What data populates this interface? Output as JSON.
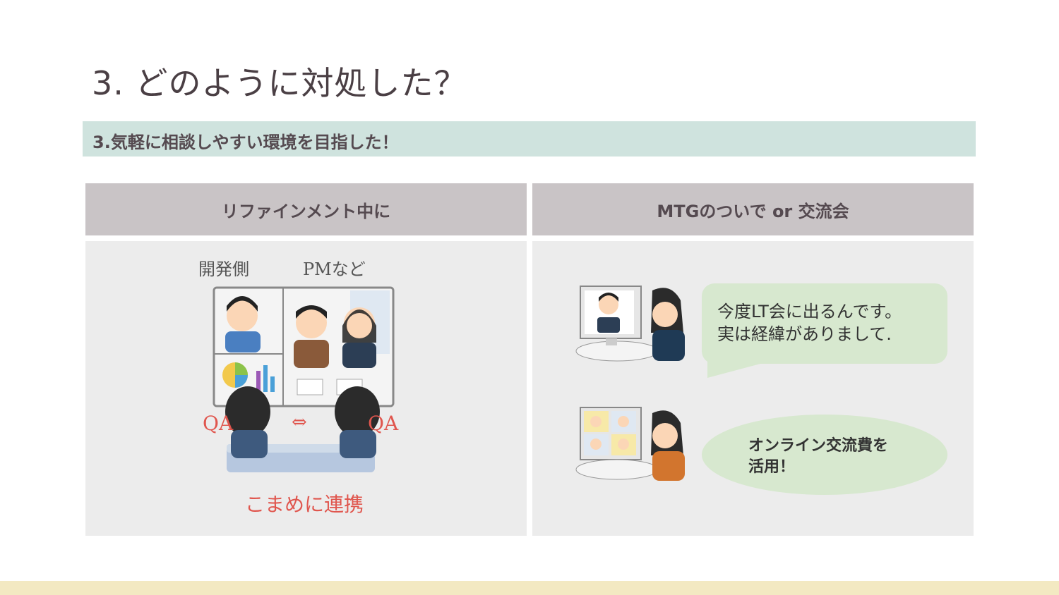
{
  "title": "3. どのように対処した？",
  "subtitle": "3.気軽に相談しやすい環境を目指した！",
  "columns": [
    {
      "header": "リファインメント中に",
      "labels": {
        "dev": "開発側",
        "pm": "PMなど",
        "qa_left": "QA",
        "arrow": "⇔",
        "qa_right": "QA",
        "caption": "こまめに連携"
      }
    },
    {
      "header": "MTGのついで or 交流会",
      "bubble1": {
        "line1": "今度LT会に出るんです。",
        "line2": "実は経緯がありまして."
      },
      "bubble2": {
        "line1": "オンライン交流費を",
        "line2": "活用！"
      }
    }
  ],
  "colors": {
    "subtitle_bar": "#cfe3de",
    "column_header": "#c9c4c6",
    "column_body": "#ececec",
    "bubble": "#d7e8cf",
    "accent_red": "#e0564e",
    "footer_band": "#f3e9c2"
  }
}
